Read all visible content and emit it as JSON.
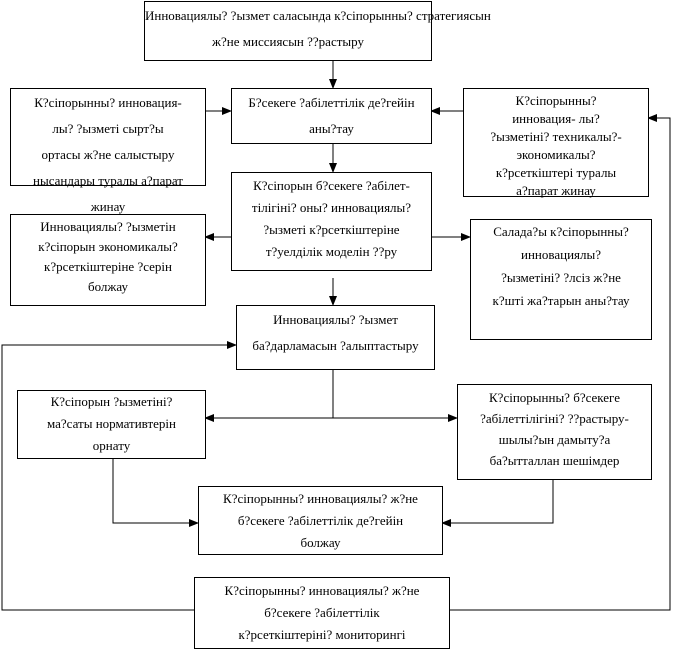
{
  "boxes": {
    "mission": [
      "Инновациялы? ?ызмет саласында к?сіпорынны? стратегиясын",
      "ж?не миссиясын ??растыру"
    ],
    "external_info": [
      "К?сіпорынны? инновация-",
      "лы? ?ызметі сырт?ы",
      "ортасы ж?не салыстыру",
      "нысандары туралы а?парат",
      "жинау"
    ],
    "competitiveness_level": [
      "Б?секеге ?абілеттілік де?гейін",
      "аны?тау"
    ],
    "tech_econ_info": [
      "К?сіпорынны?",
      "инновация- лы?",
      "?ызметіні? техникалы?-",
      "экономикалы?",
      "к?рсеткіштері туралы",
      "а?парат жинау"
    ],
    "dependency_model": [
      "К?сіпорын б?секеге ?абілет-",
      "тілігіні? оны? инновациялы?",
      "?ызметі к?рсеткіштеріне",
      "т?уелділік моделін ??ру"
    ],
    "impact_forecast": [
      "Инновациялы? ?ызметін",
      "к?сіпорын экономикалы?",
      "к?рсеткіштеріне ?серін",
      "болжау"
    ],
    "strengths_weaknesses": [
      "Салада?ы к?сіпорынны?",
      "инновациялы?",
      "?ызметіні? ?лсіз ж?не",
      "к?шті жа?тарын аны?тау"
    ],
    "program": [
      "Инновациялы? ?ызмет",
      "ба?дарламасын ?алыптастыру"
    ],
    "target_norms": [
      "К?сіпорын ?ызметіні?",
      "ма?саты нормативтерін",
      "орнату"
    ],
    "decisions": [
      "К?сіпорынны? б?секеге",
      "?абілеттілігіні? ??растыру-",
      "шылы?ын дамыту?а",
      "ба?ытталлан шешімдер"
    ],
    "forecast": [
      "К?сіпорынны? инновациялы? ж?не",
      "б?секеге ?абілеттілік де?гейін",
      "болжау"
    ],
    "monitoring": [
      "К?сіпорынны? инновациялы? ж?не",
      "б?секеге ?абілеттілік",
      "к?рсеткіштеріні? мониторингі"
    ]
  }
}
